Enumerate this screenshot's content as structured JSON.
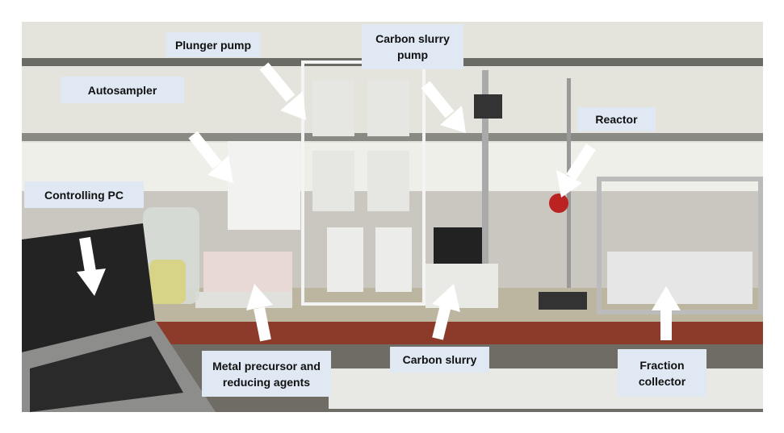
{
  "labels": {
    "plunger_pump": "Plunger pump",
    "carbon_slurry_pump": "Carbon slurry pump",
    "autosampler": "Autosampler",
    "reactor": "Reactor",
    "controlling_pc": "Controlling PC",
    "metal_precursor": "Metal precursor and reducing agents",
    "carbon_slurry": "Carbon slurry",
    "fraction_collector": "Fraction collector"
  },
  "colors": {
    "label_bg": "#dfe8f3",
    "arrow": "#ffffff"
  }
}
